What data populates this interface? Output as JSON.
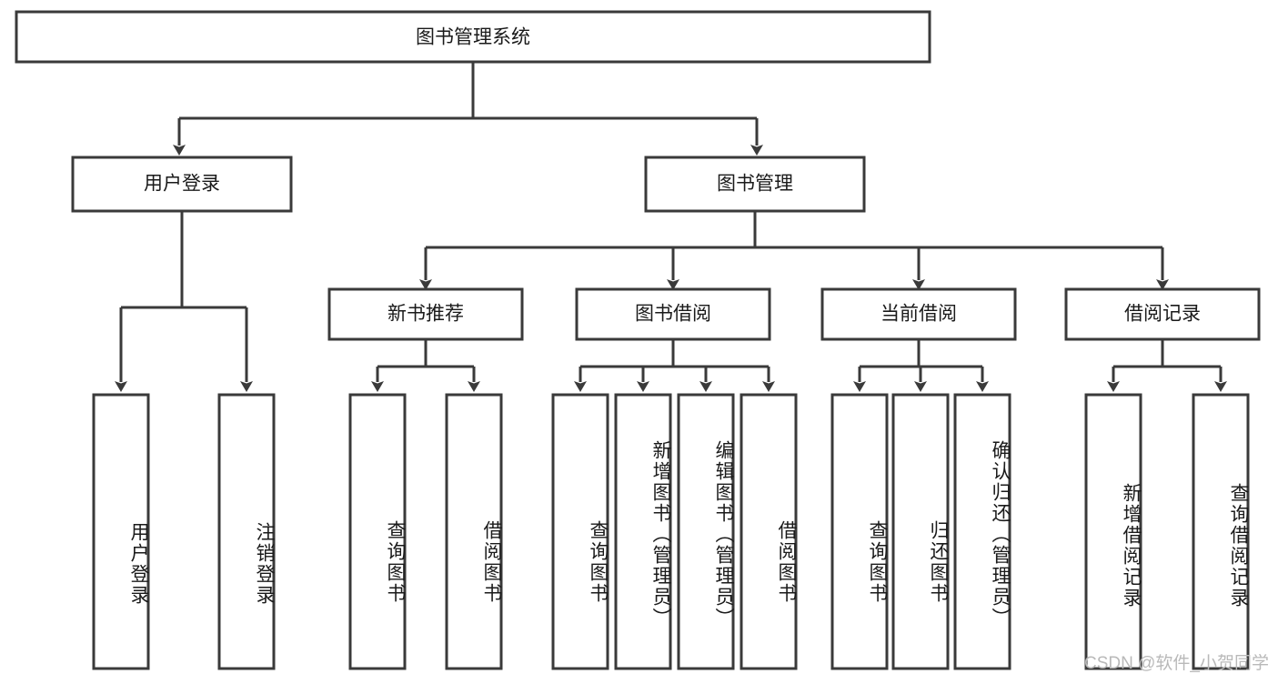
{
  "diagram": {
    "type": "tree",
    "title": "图书管理系统",
    "orientation": "top-down",
    "colors": {
      "box_stroke": "#3a3a3a",
      "box_fill": "#ffffff",
      "text": "#1a1a1a",
      "background": "#ffffff",
      "watermark": "#b9b9b9"
    },
    "root": {
      "label": "图书管理系统"
    },
    "level2": [
      {
        "label": "用户登录"
      },
      {
        "label": "图书管理"
      }
    ],
    "level3": [
      {
        "label": "新书推荐"
      },
      {
        "label": "图书借阅"
      },
      {
        "label": "当前借阅"
      },
      {
        "label": "借阅记录"
      }
    ],
    "leaves": {
      "user_login": [
        {
          "label": "用户登录"
        },
        {
          "label": "注销登录"
        }
      ],
      "new_book_recommend": [
        {
          "label": "查询图书"
        },
        {
          "label": "借阅图书"
        }
      ],
      "book_borrow": [
        {
          "label": "查询图书"
        },
        {
          "label": "新增图书（管理员）"
        },
        {
          "label": "编辑图书（管理员）"
        },
        {
          "label": "借阅图书"
        }
      ],
      "current_borrow": [
        {
          "label": "查询图书"
        },
        {
          "label": "归还图书"
        },
        {
          "label": "确认归还（管理员）"
        }
      ],
      "borrow_records": [
        {
          "label": "新增借阅记录"
        },
        {
          "label": "查询借阅记录"
        }
      ]
    }
  },
  "watermark": {
    "text": "CSDN @软件_小贺同学"
  }
}
